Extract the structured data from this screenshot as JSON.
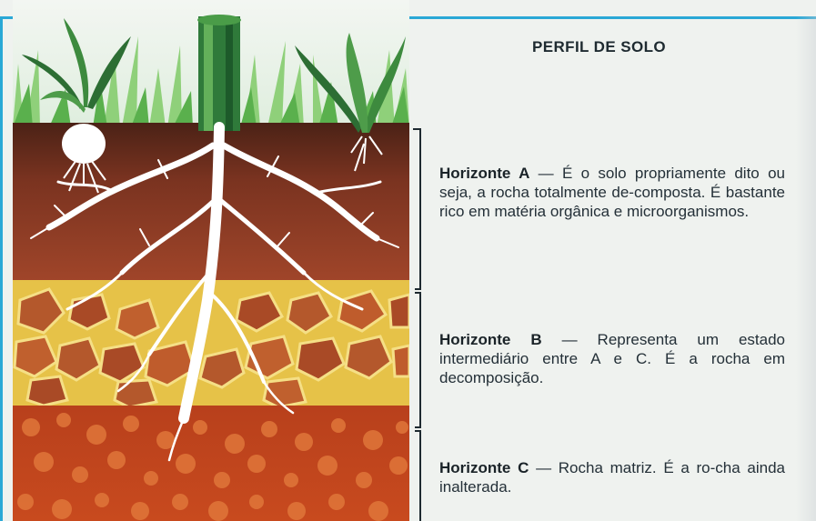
{
  "title": "PERFIL DE SOLO",
  "horizons": [
    {
      "label": "Horizonte A",
      "separator": " — ",
      "text": "É o solo propriamente dito ou seja, a rocha totalmente de-composta. É bastante rico em matéria orgânica e microorganismos."
    },
    {
      "label": "Horizonte B",
      "separator": " — ",
      "text": "Representa um estado intermediário entre A e C. É a rocha em decomposição."
    },
    {
      "label": "Horizonte C",
      "separator": " — ",
      "text": "Rocha matriz. É a ro-cha ainda inalterada."
    }
  ],
  "colors": {
    "frame_line": "#2aa8d6",
    "grass": "#7cc36b",
    "topsoil": "#5a2a1a",
    "horizon_a": "#8a3b20",
    "horizon_b_matrix": "#e8c34a",
    "horizon_b_rock": "#b0542a",
    "horizon_c": "#c2441c",
    "roots": "#ffffff"
  }
}
